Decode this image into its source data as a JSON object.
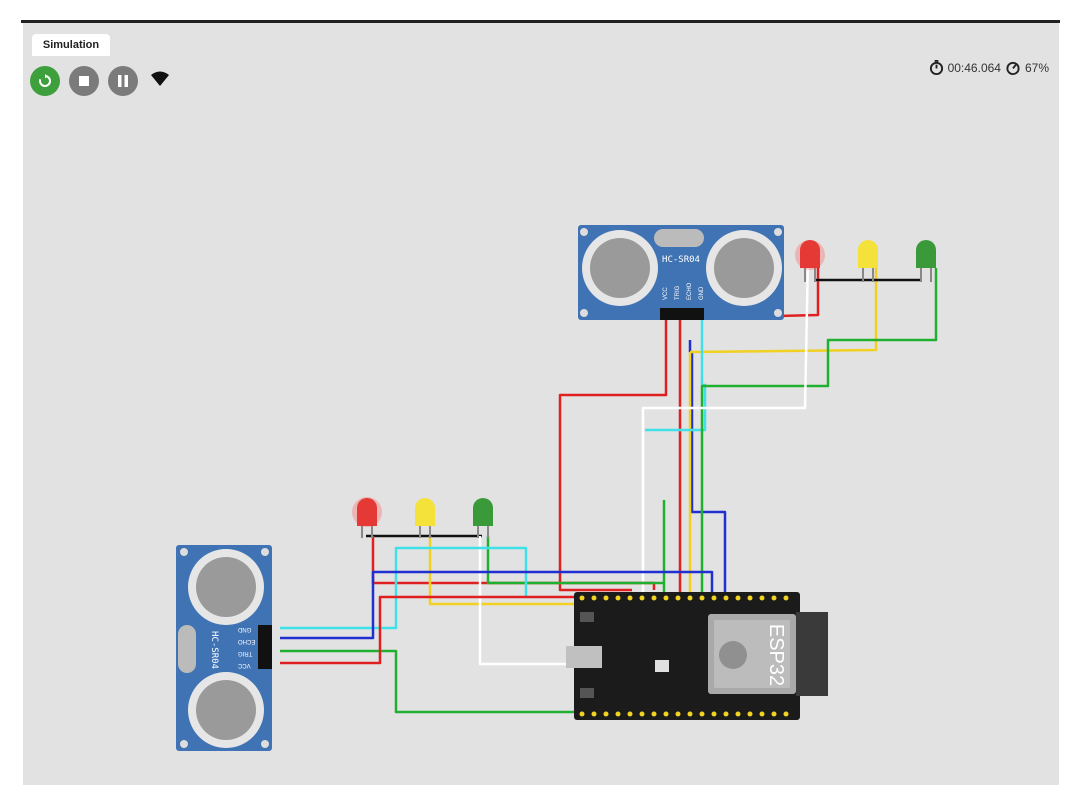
{
  "tab": {
    "label": "Simulation"
  },
  "controls": {
    "restart": "restart-icon",
    "stop": "stop-icon",
    "pause": "pause-icon",
    "wifi": "wifi-icon"
  },
  "status": {
    "time": "00:46.064",
    "speed": "67%"
  },
  "sensors": {
    "label": "HC-SR04",
    "pins": [
      "VCC",
      "TRIG",
      "ECHO",
      "GND"
    ]
  },
  "board": {
    "label": "ESP32"
  },
  "leds": {
    "colors": [
      "#e53935",
      "#f4e23a",
      "#3a9a3a"
    ]
  },
  "wire_colors": {
    "red": "#e02020",
    "blue": "#2030d0",
    "cyan": "#3fe0e8",
    "green": "#20b030",
    "yellow": "#f0d020",
    "white": "#ffffff",
    "black": "#111111"
  }
}
